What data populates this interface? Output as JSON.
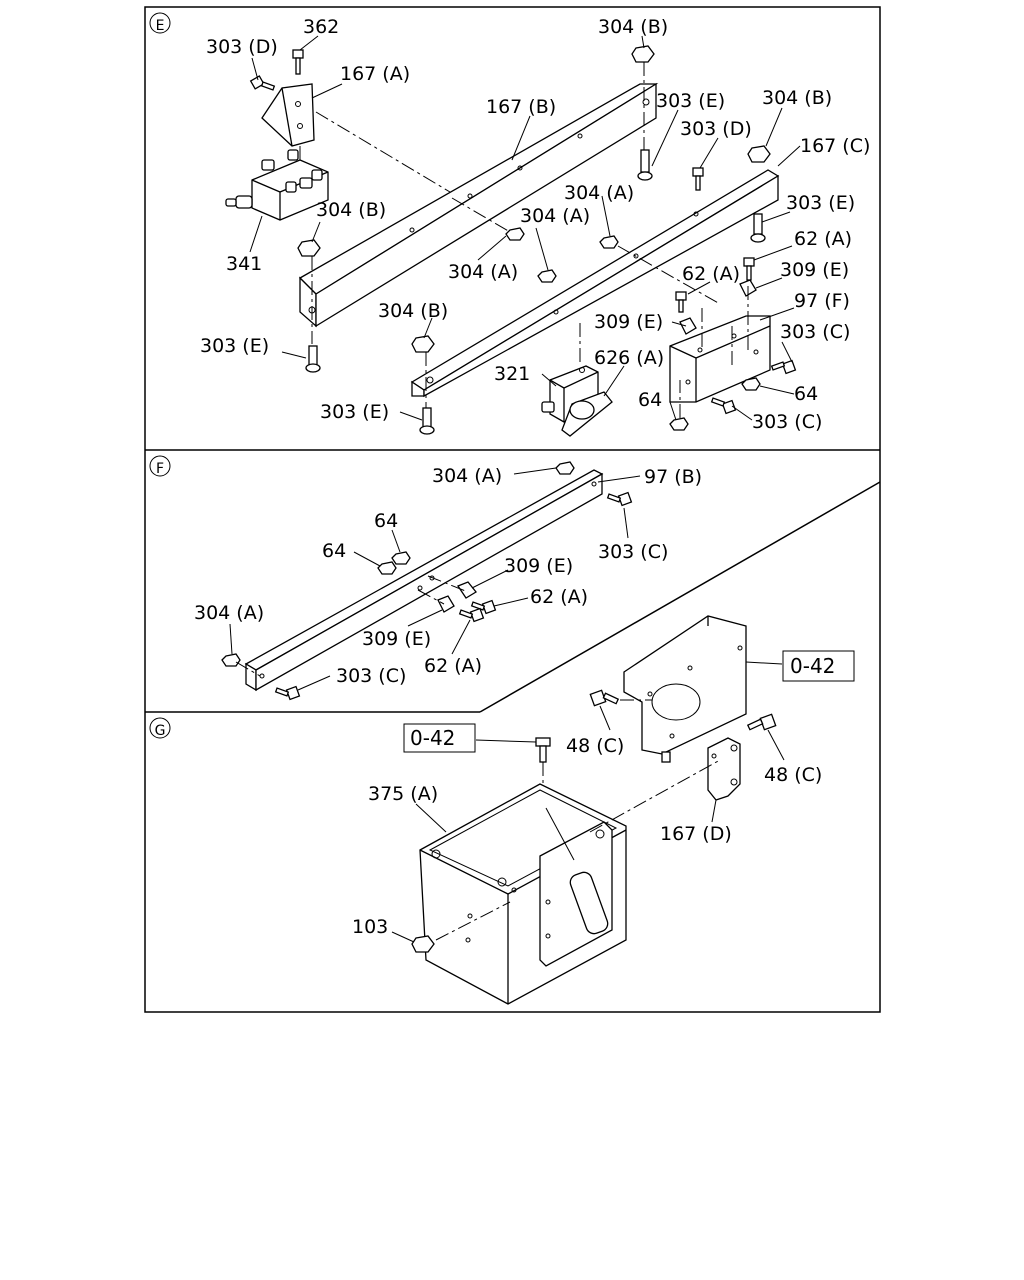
{
  "sections": [
    {
      "id": "E",
      "letter": "E"
    },
    {
      "id": "F",
      "letter": "F"
    },
    {
      "id": "G",
      "letter": "G"
    }
  ],
  "labels": {
    "e_362": "362",
    "e_303d_1": "303 (D)",
    "e_167a": "167 (A)",
    "e_304b_1": "304 (B)",
    "e_167b": "167 (B)",
    "e_303e_1": "303 (E)",
    "e_304b_2": "304 (B)",
    "e_303d_2": "303 (D)",
    "e_167c": "167 (C)",
    "e_304a_1": "304 (A)",
    "e_303e_2": "303 (E)",
    "e_304b_3": "304 (B)",
    "e_304a_2": "304 (A)",
    "e_62a_1": "62 (A)",
    "e_341": "341",
    "e_304a_3": "304 (A)",
    "e_62a_2": "62 (A)",
    "e_309e_1": "309 (E)",
    "e_97f": "97 (F)",
    "e_304b_4": "304 (B)",
    "e_309e_2": "309 (E)",
    "e_303c_1": "303 (C)",
    "e_303e_3": "303 (E)",
    "e_626a": "626 (A)",
    "e_321": "321",
    "e_64_1": "64",
    "e_64_2": "64",
    "e_303e_4": "303 (E)",
    "e_303c_2": "303 (C)",
    "f_304a_1": "304 (A)",
    "f_97b": "97 (B)",
    "f_64_1": "64",
    "f_64_2": "64",
    "f_303c_1": "303 (C)",
    "f_309e_1": "309 (E)",
    "f_62a_1": "62 (A)",
    "f_304a_2": "304 (A)",
    "f_309e_2": "309 (E)",
    "f_62a_2": "62 (A)",
    "f_303c_2": "303 (C)",
    "g_042_1": "0-42",
    "g_042_2": "0-42",
    "g_48c_1": "48 (C)",
    "g_48c_2": "48 (C)",
    "g_375a": "375 (A)",
    "g_167d": "167 (D)",
    "g_103": "103"
  }
}
